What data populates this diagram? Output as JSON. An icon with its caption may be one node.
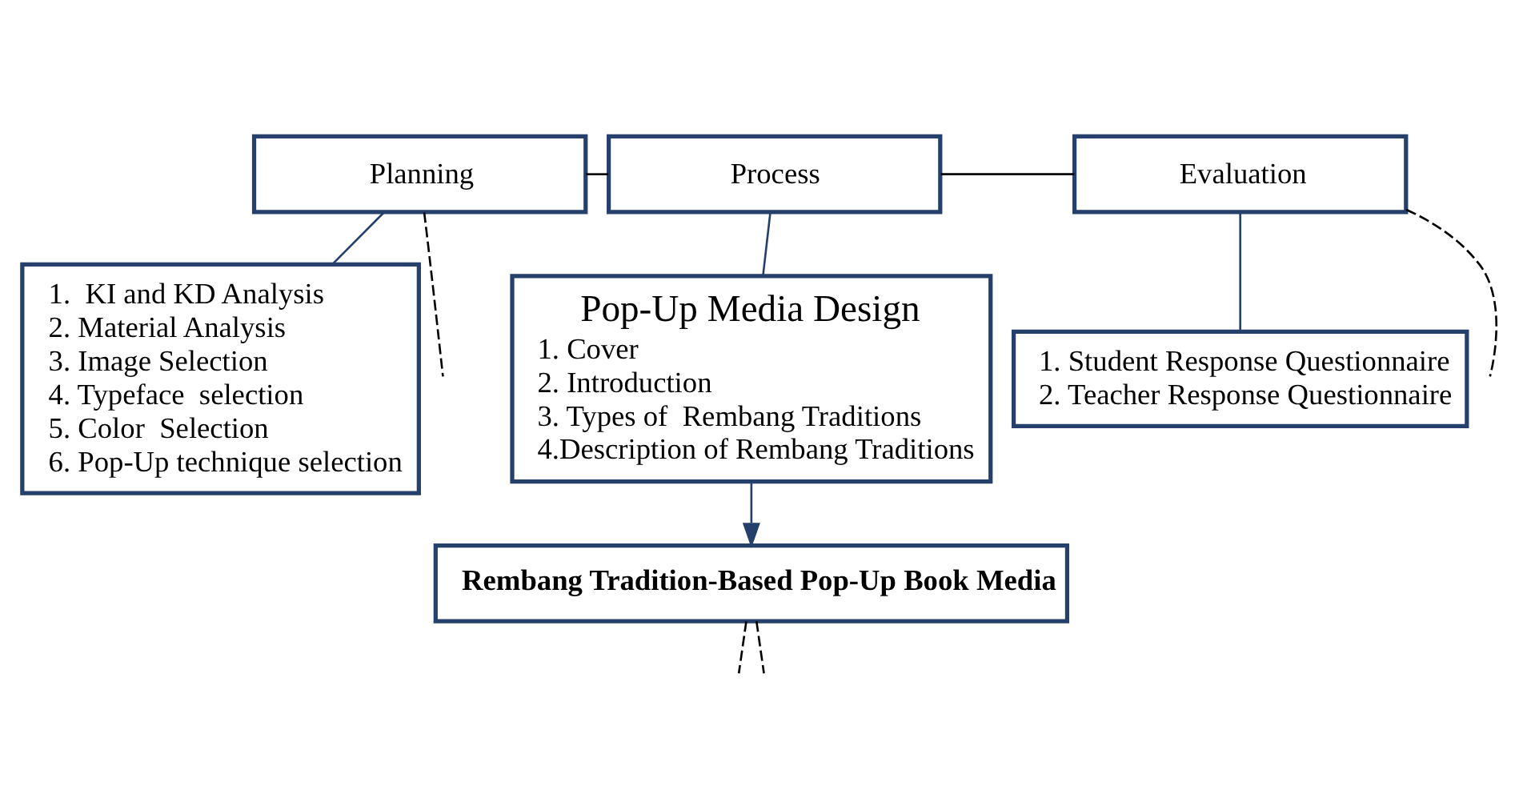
{
  "diagram": {
    "nodes": [
      {
        "text": [
          "Planning"
        ]
      },
      {
        "text": [
          "Process"
        ]
      },
      {
        "text": [
          "Evaluation"
        ]
      },
      {
        "text": [
          "1.  KI and KD Analysis",
          "2. Material Analysis",
          "3. Image Selection",
          "4. Typeface  selection",
          "5. Color  Selection",
          "6. Pop-Up technique selection"
        ]
      },
      {
        "text": [
          "Pop-Up Media Design",
          "1. Cover",
          "2. Introduction",
          "3. Types of  Rembang Traditions",
          "4.Description of Rembang Traditions"
        ]
      },
      {
        "text": [
          "1. Student Response Questionnaire",
          "2. Teacher Response Questionnaire"
        ]
      },
      {
        "text": [
          "Rembang Tradition-Based Pop-Up Book Media"
        ]
      }
    ],
    "edges": [
      {
        "from": 0,
        "to": 1,
        "arrow": "none"
      },
      {
        "from": 1,
        "to": 2,
        "arrow": "none"
      },
      {
        "from": 0,
        "to": 3,
        "arrow": "none",
        "color": "#24406b"
      },
      {
        "from": 1,
        "to": 4,
        "arrow": "none",
        "color": "#24406b"
      },
      {
        "from": 2,
        "to": 5,
        "arrow": "none",
        "color": "#24406b"
      },
      {
        "from": 4,
        "to": 6,
        "arrow": "to",
        "color": "#24406b"
      },
      {
        "from": 0,
        "to": null,
        "arrow": "none",
        "style": "dashed"
      },
      {
        "from": 2,
        "to": null,
        "arrow": "none",
        "style": "dashed"
      },
      {
        "from": 6,
        "to": null,
        "arrow": "none",
        "style": "dashed"
      },
      {
        "from": 6,
        "to": null,
        "arrow": "none",
        "style": "dashed"
      }
    ]
  }
}
